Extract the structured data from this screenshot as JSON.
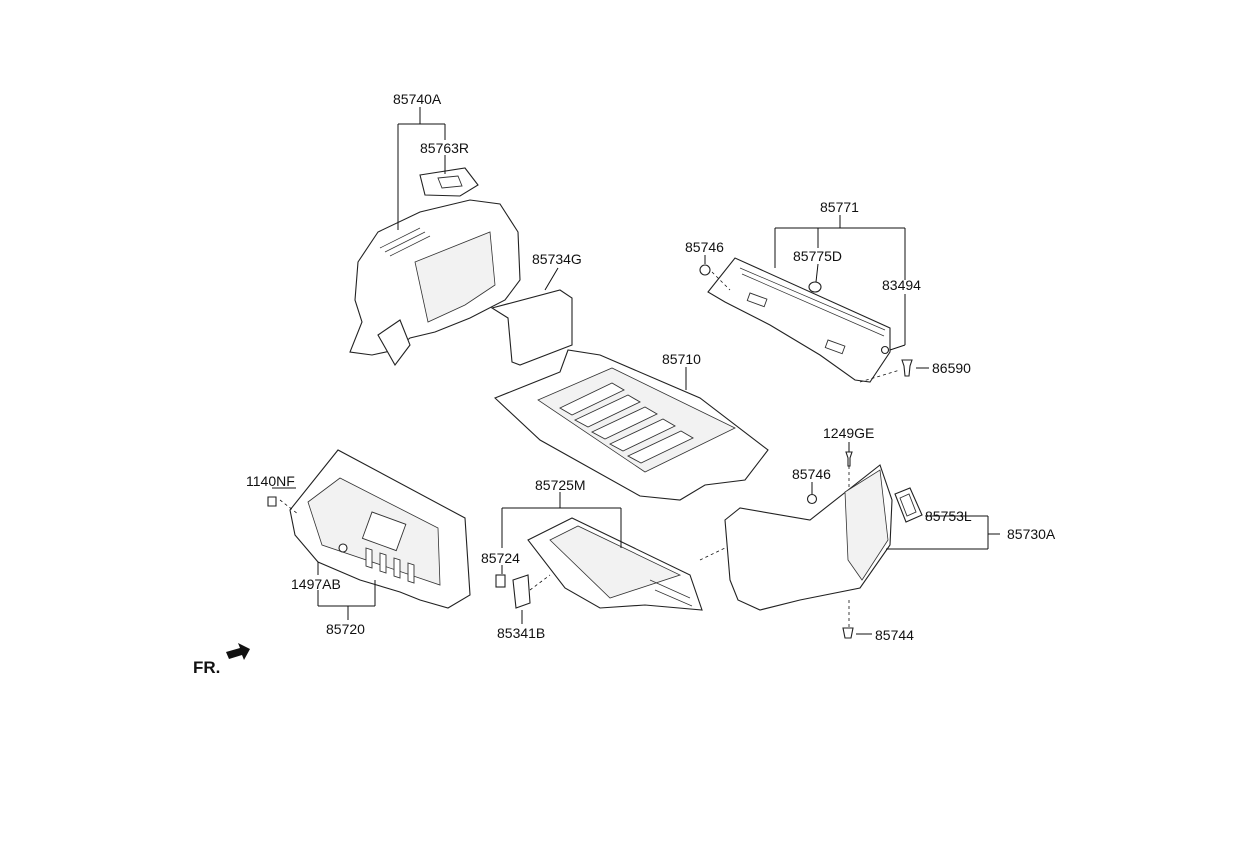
{
  "labels": {
    "p85740A": "85740A",
    "p85763R": "85763R",
    "p85734G": "85734G",
    "p85771": "85771",
    "p85746_top": "85746",
    "p85775D": "85775D",
    "p83494": "83494",
    "p86590": "86590",
    "p85710": "85710",
    "p1249GE": "1249GE",
    "p85746_right": "85746",
    "p85753L": "85753L",
    "p85730A": "85730A",
    "p85744": "85744",
    "p1140NF": "1140NF",
    "p1497AB": "1497AB",
    "p85720": "85720",
    "p85725M": "85725M",
    "p85724": "85724",
    "p85341B": "85341B"
  },
  "direction": "FR."
}
